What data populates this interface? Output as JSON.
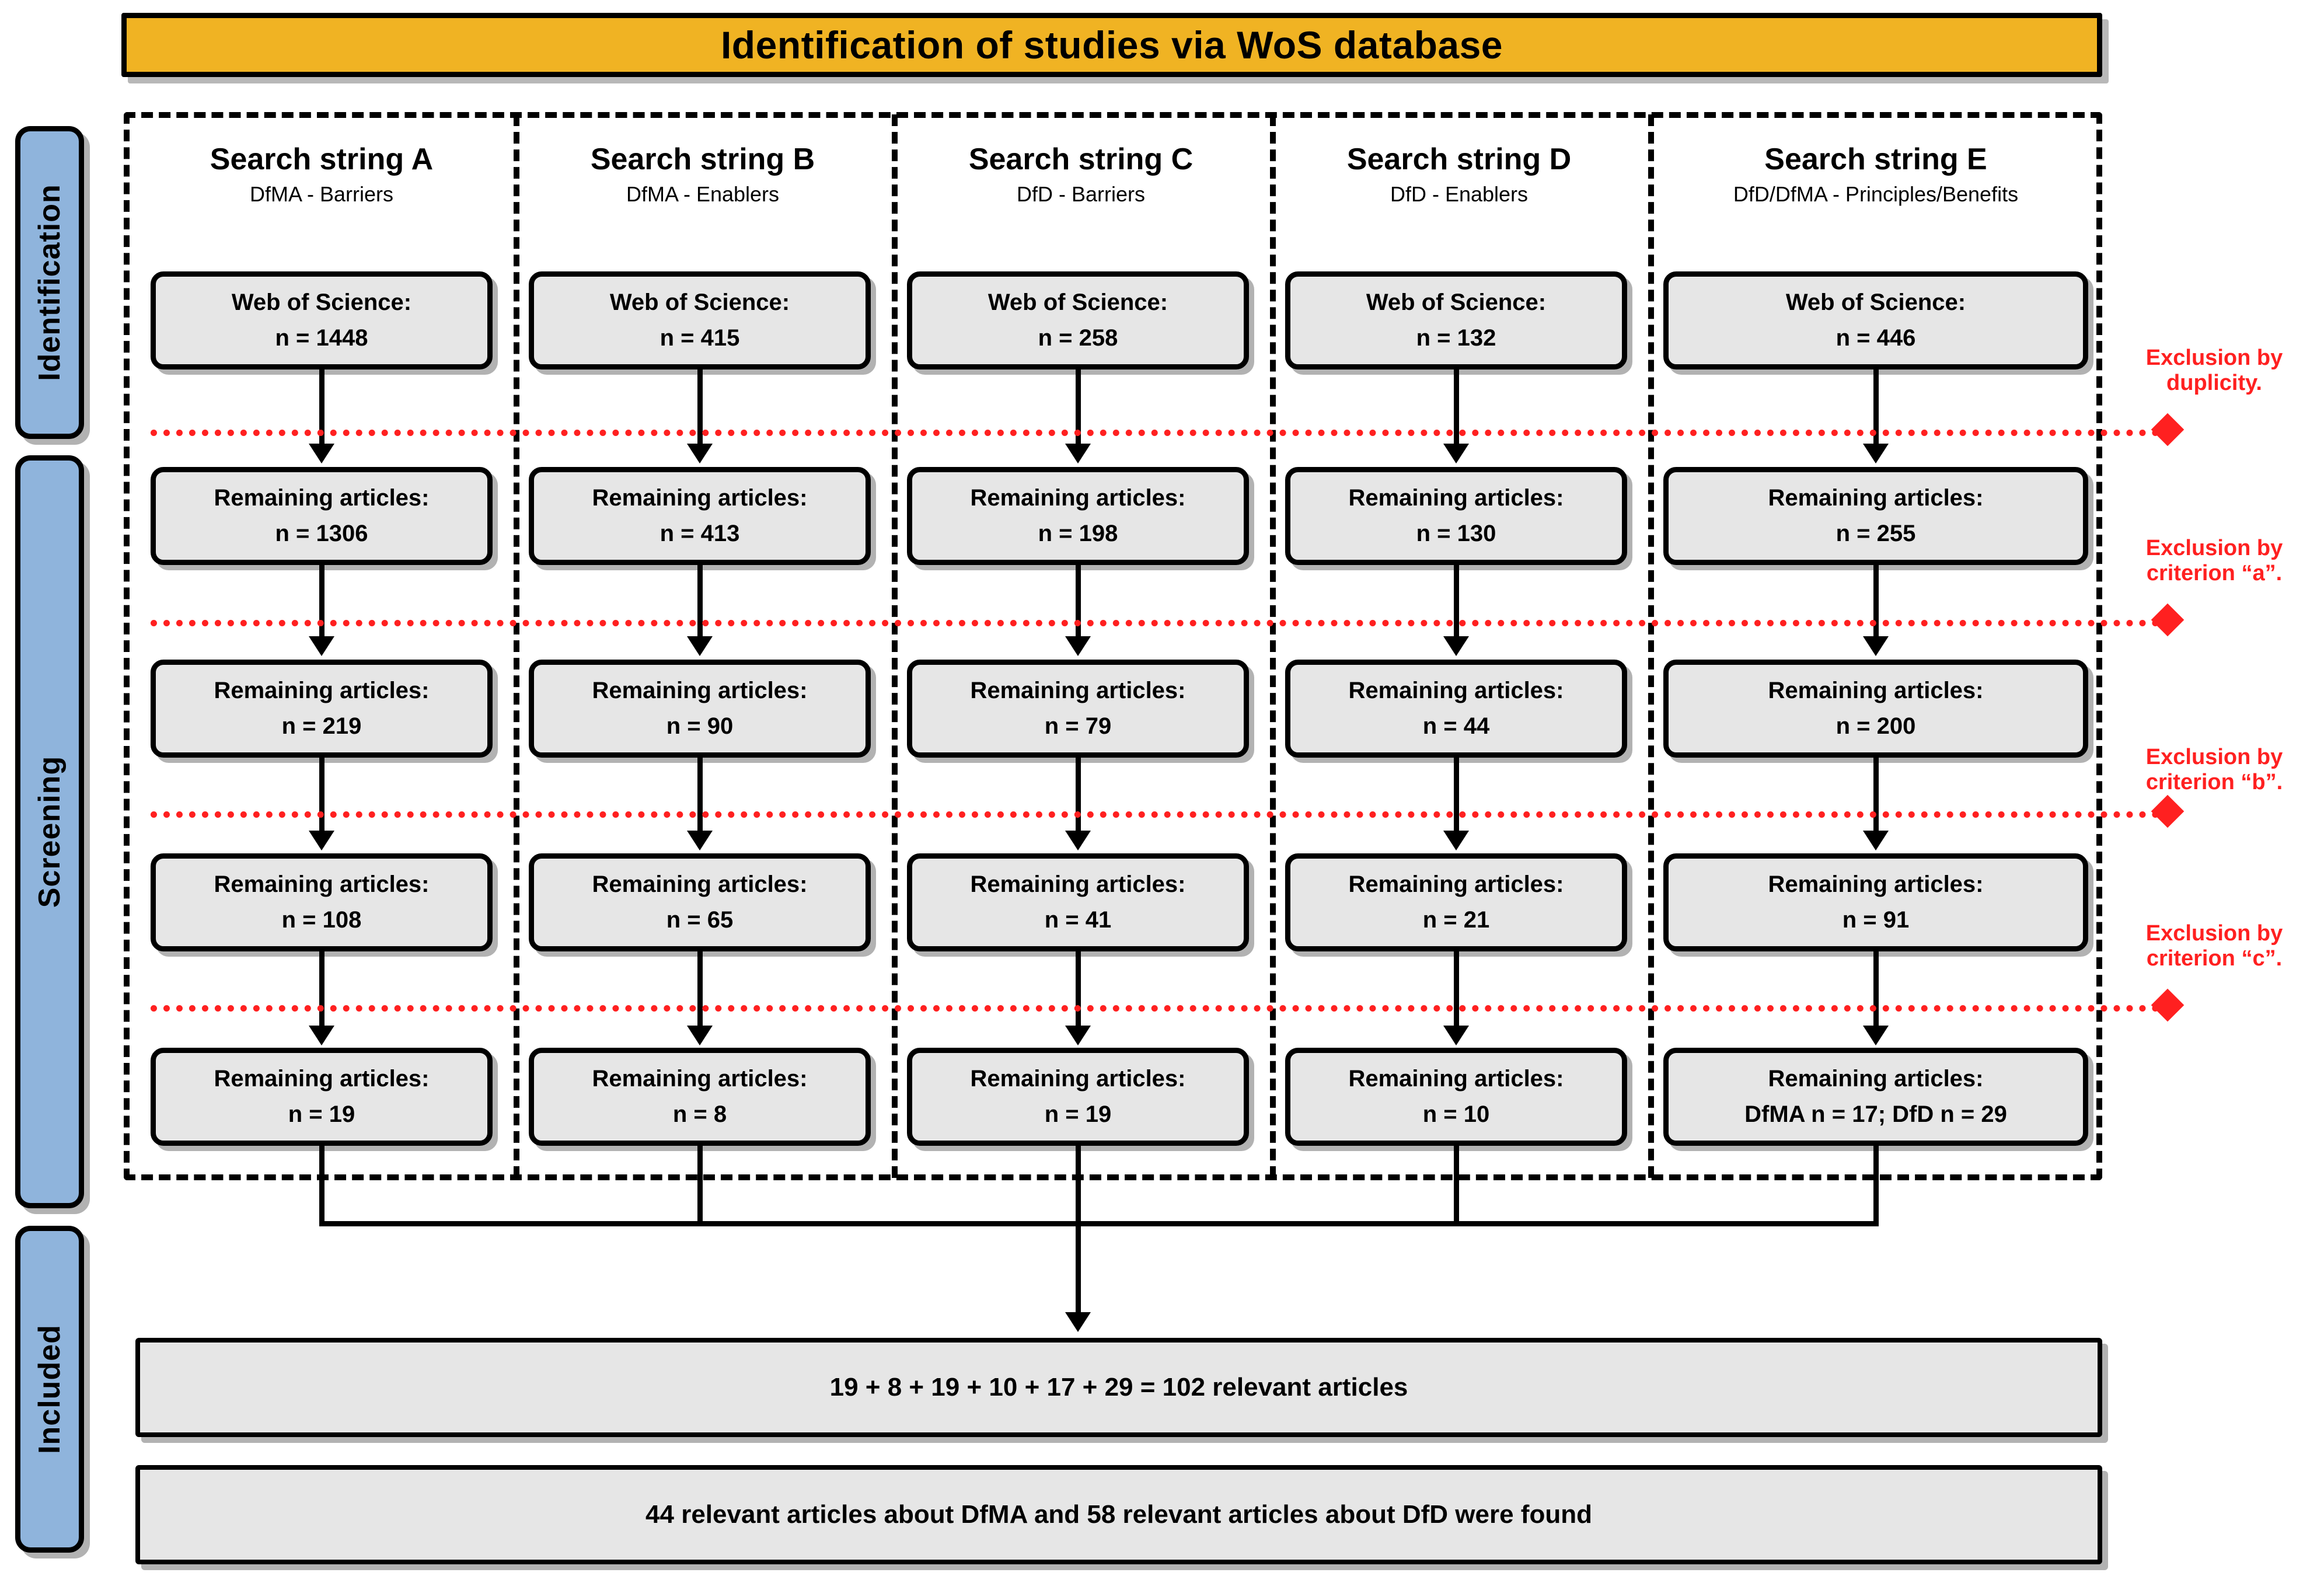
{
  "title_banner": {
    "text": "Identification of studies via WoS database",
    "bg_color": "#F0B323"
  },
  "stages": [
    {
      "label": "Identification"
    },
    {
      "label": "Screening"
    },
    {
      "label": "Included"
    }
  ],
  "stage_color": "#8FB4DC",
  "box_color": "#E6E6E6",
  "exclusion_color": "#FF2020",
  "columns": [
    {
      "heading": "Search string A",
      "subheading": "DfMA - Barriers"
    },
    {
      "heading": "Search string B",
      "subheading": "DfMA - Enablers"
    },
    {
      "heading": "Search string C",
      "subheading": "DfD - Barriers"
    },
    {
      "heading": "Search string D",
      "subheading": "DfD - Enablers"
    },
    {
      "heading": "Search string E",
      "subheading": "DfD/DfMA - Principles/Benefits"
    }
  ],
  "rows": [
    {
      "label": "Web of Science:",
      "values": [
        "n = 1448",
        "n = 415",
        "n = 258",
        "n = 132",
        "n = 446"
      ]
    },
    {
      "label": "Remaining articles:",
      "values": [
        "n = 1306",
        "n = 413",
        "n = 198",
        "n = 130",
        "n = 255"
      ]
    },
    {
      "label": "Remaining articles:",
      "values": [
        "n = 219",
        "n = 90",
        "n = 79",
        "n = 44",
        "n = 200"
      ]
    },
    {
      "label": "Remaining articles:",
      "values": [
        "n = 108",
        "n = 65",
        "n = 41",
        "n = 21",
        "n = 91"
      ]
    },
    {
      "label": "Remaining articles:",
      "values": [
        "n = 19",
        "n = 8",
        "n = 19",
        "n = 10",
        "DfMA n = 17; DfD n = 29"
      ]
    }
  ],
  "exclusions": [
    {
      "line1": "Exclusion by",
      "line2": "duplicity."
    },
    {
      "line1": "Exclusion by",
      "line2": "criterion “a”."
    },
    {
      "line1": "Exclusion by",
      "line2": "criterion “b”."
    },
    {
      "line1": "Exclusion by",
      "line2": "criterion “c”."
    }
  ],
  "summaries": [
    {
      "text": "19 + 8 + 19 + 10 + 17 + 29 = 102 relevant articles"
    },
    {
      "text": "44 relevant articles about DfMA and 58 relevant articles about DfD were found"
    }
  ]
}
